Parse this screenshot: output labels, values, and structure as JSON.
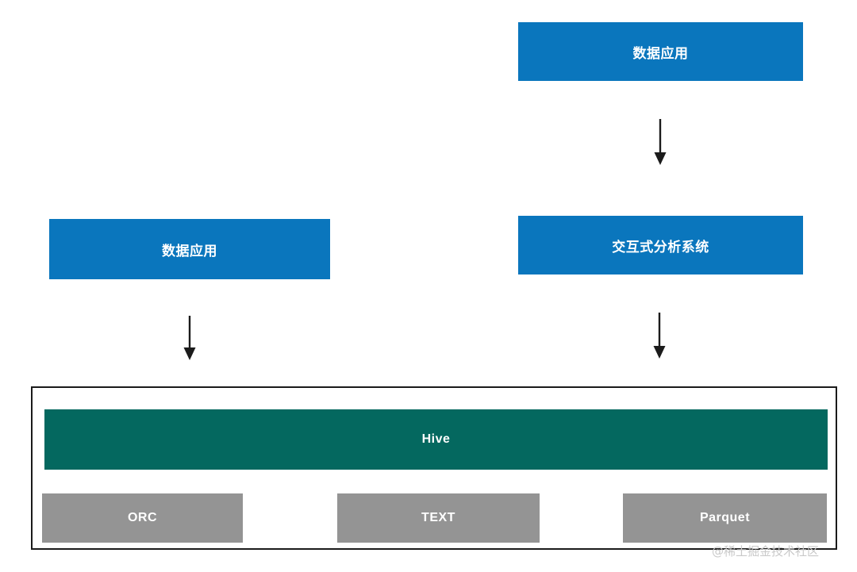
{
  "diagram": {
    "title": "Hive storage formats and consumers",
    "colors": {
      "blue": "#0a76bd",
      "teal": "#04685f",
      "grey": "#949494",
      "border": "#1b1b1b",
      "arrow": "#1b1b1b",
      "text_on_fill": "#ffffff",
      "watermark": "#c9c9c9",
      "background": "#ffffff"
    },
    "nodes": {
      "app_top": {
        "label": "数据应用",
        "color": "blue"
      },
      "app_left": {
        "label": "数据应用",
        "color": "blue"
      },
      "interactive": {
        "label": "交互式分析系统",
        "color": "blue"
      },
      "hive": {
        "label": "Hive",
        "color": "teal"
      },
      "orc": {
        "label": "ORC",
        "color": "grey"
      },
      "text": {
        "label": "TEXT",
        "color": "grey"
      },
      "parquet": {
        "label": "Parquet",
        "color": "grey"
      }
    },
    "edges": [
      {
        "id": "app-top-to-interactive",
        "from": "app_top",
        "to": "interactive",
        "direction": "down"
      },
      {
        "id": "app-left-to-storage",
        "from": "app_left",
        "to": "storage_container",
        "direction": "down"
      },
      {
        "id": "interactive-to-storage",
        "from": "interactive",
        "to": "storage_container",
        "direction": "down"
      }
    ],
    "watermark": "@稀土掘金技术社区"
  }
}
